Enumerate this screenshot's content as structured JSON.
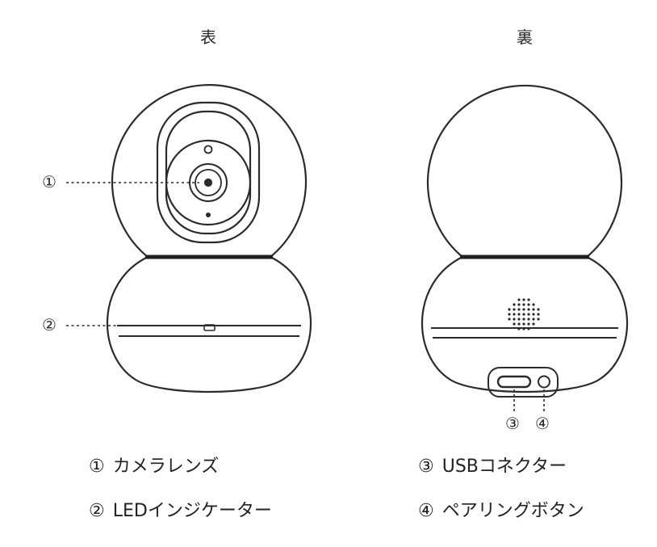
{
  "views": {
    "front": {
      "title": "表"
    },
    "back": {
      "title": "裏"
    }
  },
  "markers": {
    "m1": "①",
    "m2": "②",
    "m3": "③",
    "m4": "④"
  },
  "legend": [
    {
      "num": "①",
      "label": "カメラレンズ"
    },
    {
      "num": "②",
      "label": "LEDインジケーター"
    },
    {
      "num": "③",
      "label": "USBコネクター"
    },
    {
      "num": "④",
      "label": "ペアリングボタン"
    }
  ],
  "colors": {
    "outline": "#2b2b2b",
    "band": "#1f1f1f",
    "background": "#ffffff"
  }
}
